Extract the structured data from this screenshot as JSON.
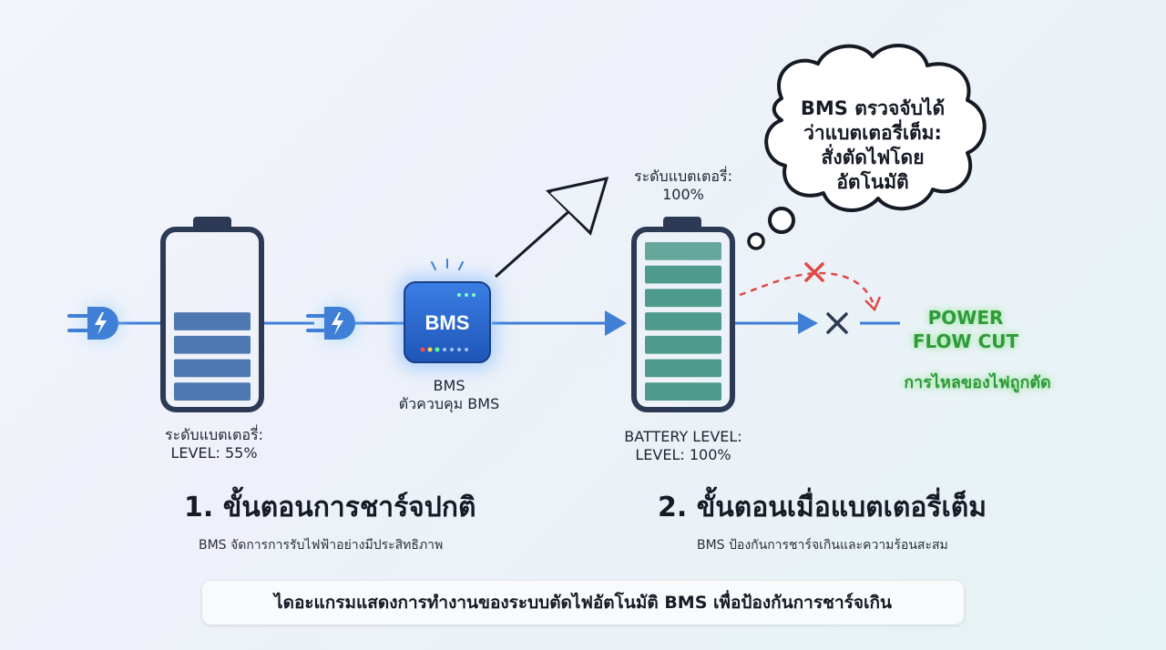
{
  "battery_left": {
    "label_line1": "ระดับแบตเตอรี่:",
    "label_line2": "LEVEL: 55%",
    "charge_level": 0.55
  },
  "bms": {
    "chip_text": "BMS",
    "label_line1": "BMS",
    "label_line2": "ตัวควบคุม BMS"
  },
  "full_level_note": {
    "line1": "ระดับแบตเตอรี่:",
    "line2": "100%"
  },
  "battery_right": {
    "label_line1": "BATTERY LEVEL:",
    "label_line2": "LEVEL: 100%",
    "charge_level": 1.0
  },
  "thought_cloud": {
    "line1": "BMS ตรวจจับได้",
    "line2": "ว่าแบตเตอรี่เต็ม:",
    "line3": "สั่งตัดไฟโดย",
    "line4": "อัตโนมัติ"
  },
  "power_cut": {
    "line1": "POWER",
    "line2": "FLOW CUT",
    "thai": "การไหลของไฟถูกตัด"
  },
  "step1": {
    "title": "1. ขั้นตอนการชาร์จปกติ",
    "desc": "BMS จัดการการรับไฟฟ้าอย่างมีประสิทธิภาพ"
  },
  "step2": {
    "title": "2. ขั้นตอนเมื่อแบตเตอรี่เต็ม",
    "desc": "BMS ป้องกันการชาร์จเกินและความร้อนสะสม"
  },
  "caption": "ไดอะแกรมแสดงการทำงานของระบบตัดไฟอัตโนมัติ BMS เพื่อป้องกันการชาร์จเกิน",
  "colors": {
    "flow_blue": "#3f7fd6",
    "battery_outline": "#2c3a55",
    "cell_filled_left": "#4e78b0",
    "cell_filled_right": "#4e9a8c",
    "cut_red": "#e04848",
    "power_green": "#2f9a3a",
    "chip_blue": "#2f6fd8"
  },
  "icons": [
    "plug-bolt-icon",
    "plug-bolt-icon",
    "chip-icon",
    "cross-icon",
    "thought-cloud-icon"
  ]
}
